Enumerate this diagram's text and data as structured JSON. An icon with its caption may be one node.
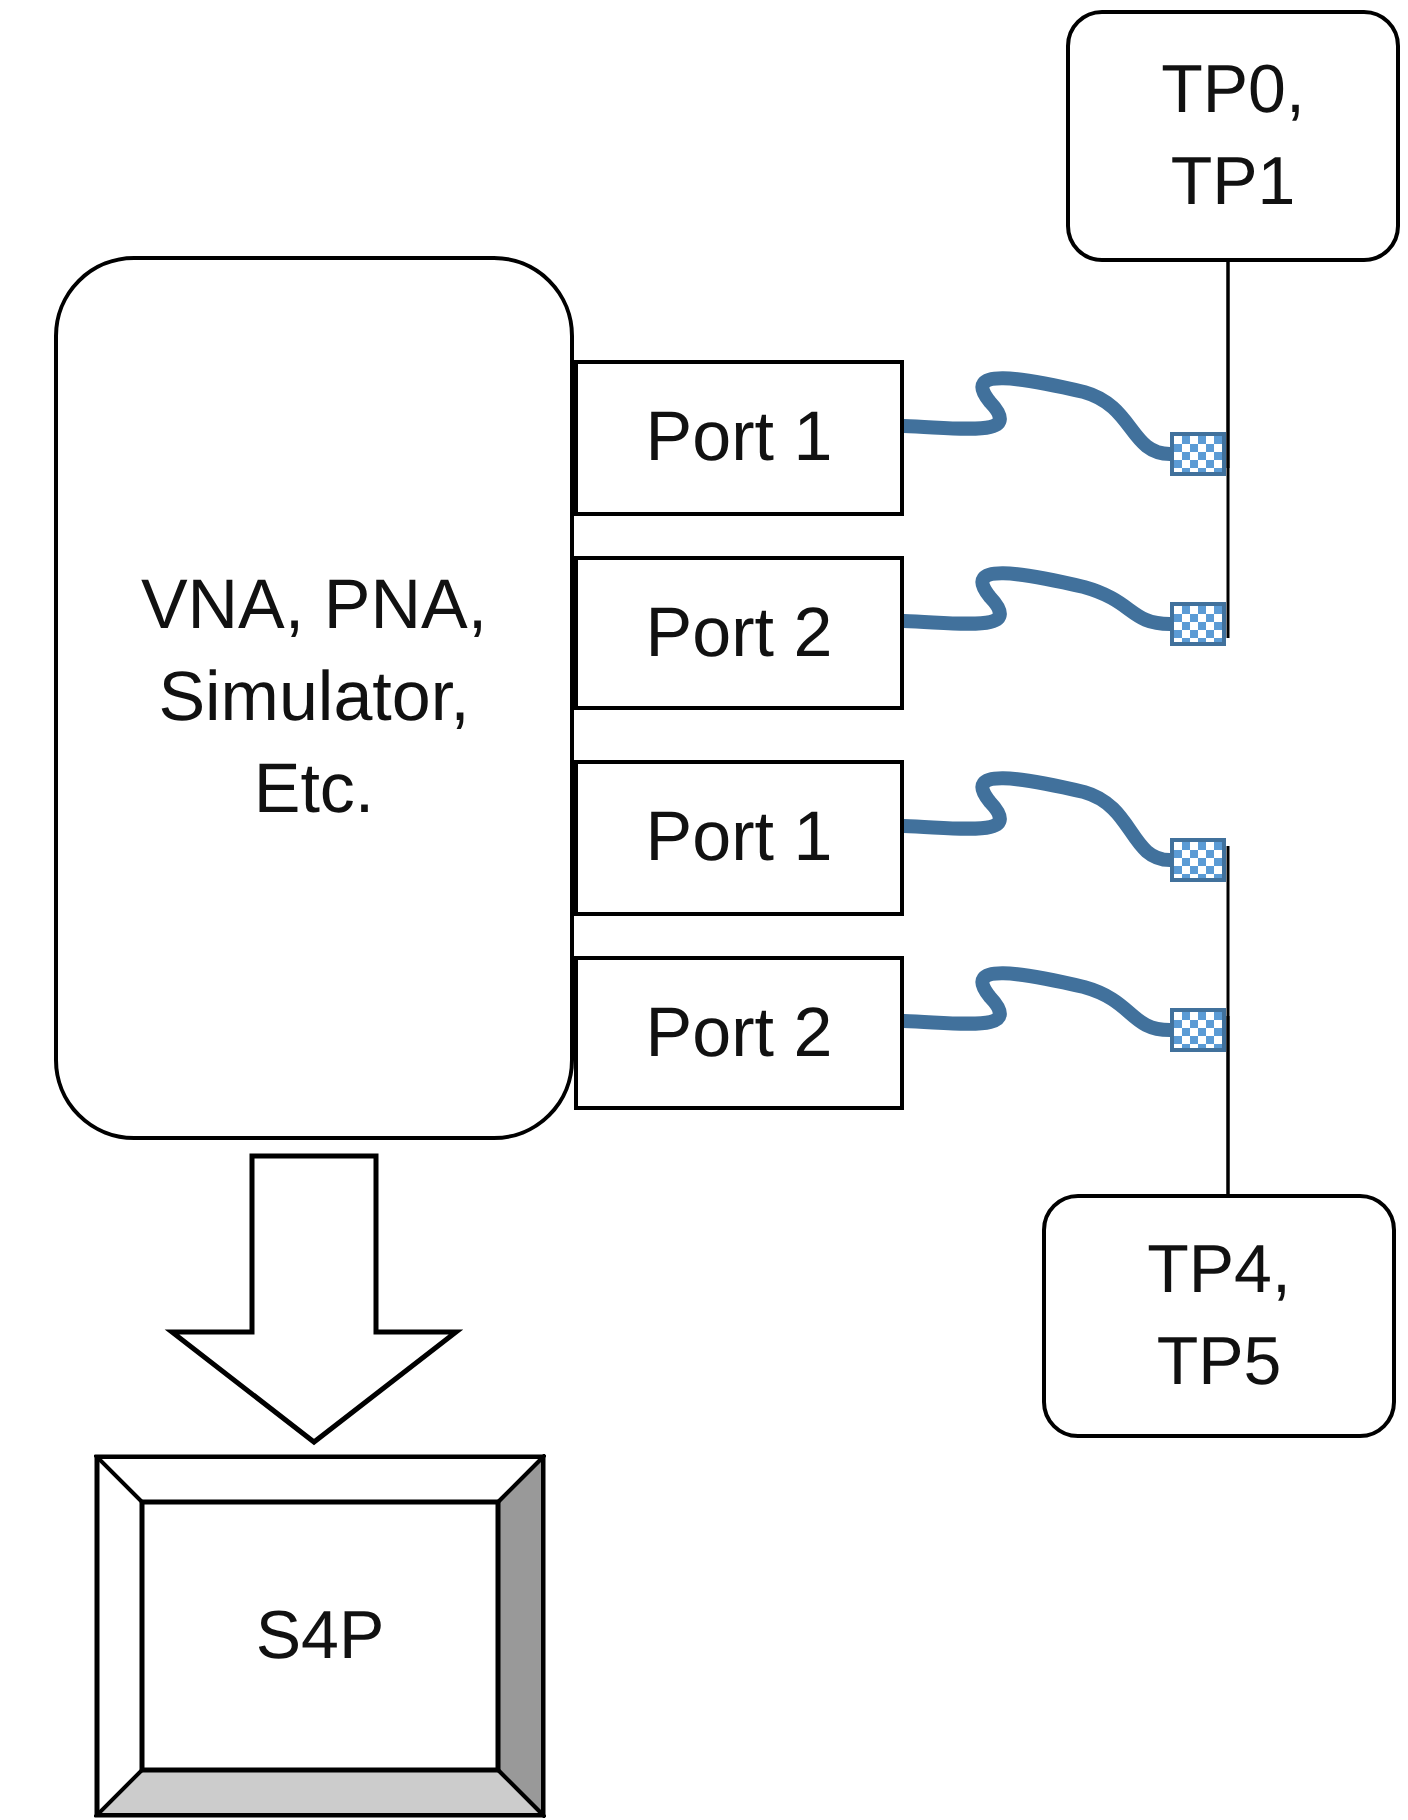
{
  "diagram": {
    "nodes": [
      {
        "text": [
          "TP0, TP1"
        ]
      },
      {
        "text": [
          "VNA, PNA, Simulator, Etc."
        ]
      },
      {
        "text": [
          "Port 1"
        ]
      },
      {
        "text": [
          "Port 2"
        ]
      },
      {
        "text": [
          "Port 1"
        ]
      },
      {
        "text": [
          "Port 2"
        ]
      },
      {
        "text": [],
        "shape": "box"
      },
      {
        "text": [],
        "shape": "box"
      },
      {
        "text": [],
        "shape": "box"
      },
      {
        "text": [],
        "shape": "box"
      },
      {
        "text": [
          "TP4, TP5"
        ]
      },
      {
        "text": [
          "S4P"
        ]
      }
    ],
    "edges": [
      {
        "from": 2,
        "to": 6,
        "arrow": "none",
        "style": "thick",
        "color": "#41719c"
      },
      {
        "from": 3,
        "to": 7,
        "arrow": "none",
        "style": "thick",
        "color": "#41719c"
      },
      {
        "from": 4,
        "to": 8,
        "arrow": "none",
        "style": "thick",
        "color": "#41719c"
      },
      {
        "from": 5,
        "to": 9,
        "arrow": "none",
        "style": "thick",
        "color": "#41719c"
      },
      {
        "from": 0,
        "to": 6,
        "arrow": "none",
        "color": "#000000"
      },
      {
        "from": 0,
        "to": 7,
        "arrow": "none",
        "color": "#000000"
      },
      {
        "from": 10,
        "to": 8,
        "arrow": "none",
        "color": "#000000"
      },
      {
        "from": 10,
        "to": 9,
        "arrow": "none",
        "color": "#000000"
      },
      {
        "from": 1,
        "to": 11,
        "arrow": "to",
        "style": "thick"
      }
    ]
  }
}
